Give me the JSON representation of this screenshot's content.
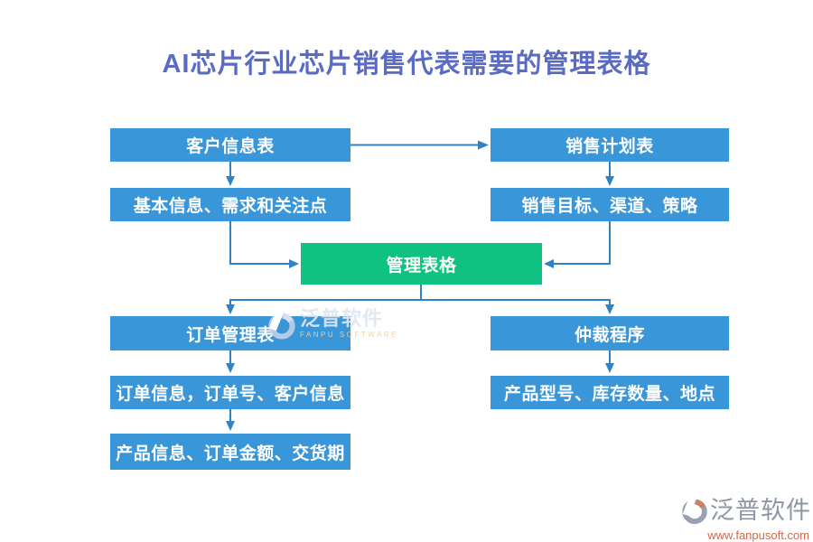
{
  "title": {
    "text": "AI芯片行业芯片销售代表需要的管理表格",
    "color": "#5a6bc3"
  },
  "colors": {
    "node_blue": "#3996d9",
    "node_green": "#10c282",
    "connector": "#2e82c5",
    "node_text": "#ffffff",
    "brand_gray": "#8f96a5",
    "brand_orange": "#cf6a4d"
  },
  "flowchart": {
    "nodes": [
      {
        "id": "customer-info-table",
        "label": "客户信息表",
        "variant": "blue"
      },
      {
        "id": "sales-plan-table",
        "label": "销售计划表",
        "variant": "blue"
      },
      {
        "id": "basic-info",
        "label": "基本信息、需求和关注点",
        "variant": "blue"
      },
      {
        "id": "sales-target",
        "label": "销售目标、渠道、策略",
        "variant": "blue"
      },
      {
        "id": "management-table",
        "label": "管理表格",
        "variant": "green"
      },
      {
        "id": "order-management-table",
        "label": "订单管理表",
        "variant": "blue"
      },
      {
        "id": "arbitration-procedure",
        "label": "仲裁程序",
        "variant": "blue"
      },
      {
        "id": "order-info",
        "label": "订单信息，订单号、客户信息",
        "variant": "blue"
      },
      {
        "id": "product-model",
        "label": "产品型号、库存数量、地点",
        "variant": "blue"
      },
      {
        "id": "product-info",
        "label": "产品信息、订单金额、交货期",
        "variant": "blue"
      }
    ],
    "edges": [
      {
        "from": "customer-info-table",
        "to": "sales-plan-table"
      },
      {
        "from": "customer-info-table",
        "to": "basic-info"
      },
      {
        "from": "sales-plan-table",
        "to": "sales-target"
      },
      {
        "from": "basic-info",
        "to": "management-table"
      },
      {
        "from": "sales-target",
        "to": "management-table"
      },
      {
        "from": "management-table",
        "to": "order-management-table"
      },
      {
        "from": "management-table",
        "to": "arbitration-procedure"
      },
      {
        "from": "order-management-table",
        "to": "order-info"
      },
      {
        "from": "order-info",
        "to": "product-info"
      },
      {
        "from": "arbitration-procedure",
        "to": "product-model"
      }
    ]
  },
  "watermark_center": {
    "icon": "fanpu-swirl-logo-icon",
    "brand": "泛普软件",
    "subtitle": "FANPU SOFTWARE"
  },
  "brand_footer": {
    "icon": "fanpu-swirl-logo-icon",
    "brand": "泛普软件",
    "url": "www.fanpusoft.com"
  }
}
